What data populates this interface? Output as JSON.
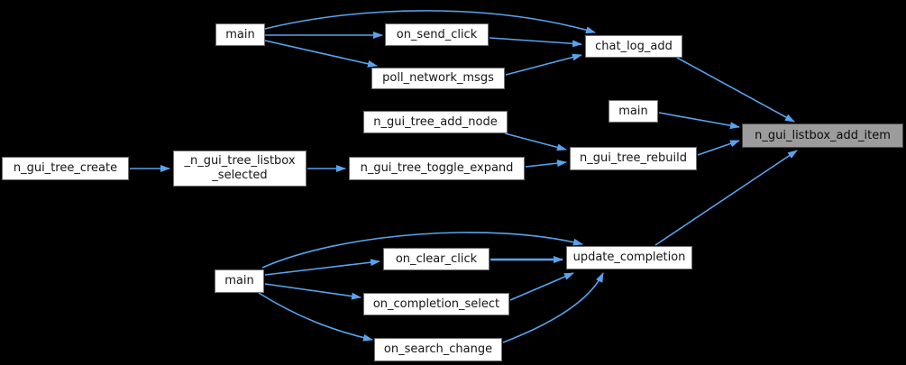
{
  "diagram": {
    "type": "call-graph",
    "highlighted_node": "n_gui_listbox_add_item",
    "colors": {
      "background": "#000000",
      "edge": "#58a3ee",
      "node_fill": "#ffffff",
      "node_border": "#6f6f6f",
      "highlight_fill": "#9c9c9c",
      "highlight_border": "#484848",
      "text": "#151515"
    }
  },
  "nodes": {
    "main_top": {
      "label": "main"
    },
    "on_send_click": {
      "label": "on_send_click"
    },
    "poll_network_msgs": {
      "label": "poll_network_msgs"
    },
    "chat_log_add": {
      "label": "chat_log_add"
    },
    "main_mid": {
      "label": "main"
    },
    "n_gui_tree_add_node": {
      "label": "n_gui_tree_add_node"
    },
    "n_gui_tree_rebuild": {
      "label": "n_gui_tree_rebuild"
    },
    "n_gui_tree_create": {
      "label": "n_gui_tree_create"
    },
    "n_gui_tree_listbox_selected": {
      "label": "_n_gui_tree_listbox\n_selected"
    },
    "n_gui_tree_toggle_expand": {
      "label": "n_gui_tree_toggle_expand"
    },
    "main_bottom": {
      "label": "main"
    },
    "on_clear_click": {
      "label": "on_clear_click"
    },
    "update_completion": {
      "label": "update_completion"
    },
    "on_completion_select": {
      "label": "on_completion_select"
    },
    "on_search_change": {
      "label": "on_search_change"
    },
    "n_gui_listbox_add_item": {
      "label": "n_gui_listbox_add_item"
    }
  },
  "edges": [
    {
      "from": "main (top)",
      "to": "chat_log_add"
    },
    {
      "from": "main (top)",
      "to": "on_send_click"
    },
    {
      "from": "main (top)",
      "to": "poll_network_msgs"
    },
    {
      "from": "on_send_click",
      "to": "chat_log_add"
    },
    {
      "from": "poll_network_msgs",
      "to": "chat_log_add"
    },
    {
      "from": "chat_log_add",
      "to": "n_gui_listbox_add_item"
    },
    {
      "from": "main (middle)",
      "to": "n_gui_listbox_add_item"
    },
    {
      "from": "n_gui_tree_add_node",
      "to": "n_gui_tree_rebuild"
    },
    {
      "from": "n_gui_tree_create",
      "to": "_n_gui_tree_listbox_selected"
    },
    {
      "from": "_n_gui_tree_listbox_selected",
      "to": "n_gui_tree_toggle_expand"
    },
    {
      "from": "n_gui_tree_toggle_expand",
      "to": "n_gui_tree_rebuild"
    },
    {
      "from": "n_gui_tree_rebuild",
      "to": "n_gui_listbox_add_item"
    },
    {
      "from": "main (bottom)",
      "to": "update_completion"
    },
    {
      "from": "main (bottom)",
      "to": "on_clear_click"
    },
    {
      "from": "main (bottom)",
      "to": "on_completion_select"
    },
    {
      "from": "main (bottom)",
      "to": "on_search_change"
    },
    {
      "from": "on_clear_click",
      "to": "update_completion"
    },
    {
      "from": "on_completion_select",
      "to": "update_completion"
    },
    {
      "from": "on_search_change",
      "to": "update_completion"
    },
    {
      "from": "update_completion",
      "to": "n_gui_listbox_add_item"
    }
  ]
}
